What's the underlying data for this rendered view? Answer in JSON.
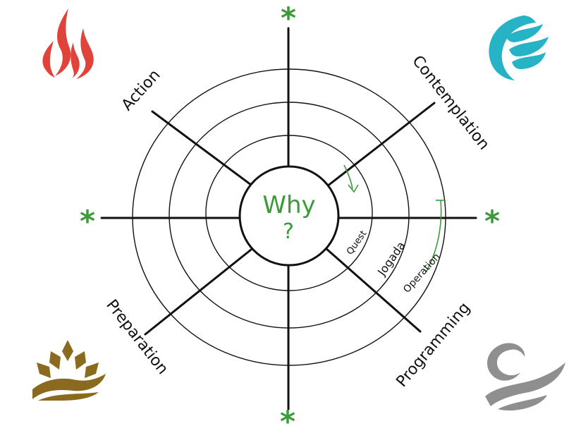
{
  "center": {
    "line1": "Why",
    "line2": "?"
  },
  "axes": {
    "top_left": "Action",
    "top_right": "Contemplation",
    "bottom_left": "Preparation",
    "bottom_right": "Programming"
  },
  "rings": {
    "inner": "Quest",
    "middle": "Jogada",
    "outer": "Operation"
  },
  "colors": {
    "accent_green": "#3b9a3a",
    "fire_red": "#e0433a",
    "water_cyan": "#27b3c6",
    "earth_gold": "#8a6a1f",
    "air_gray": "#8f8f8f",
    "line": "#111111"
  },
  "icons": {
    "top_left": "fire-icon",
    "top_right": "water-icon",
    "bottom_left": "earth-icon",
    "bottom_right": "air-icon"
  }
}
